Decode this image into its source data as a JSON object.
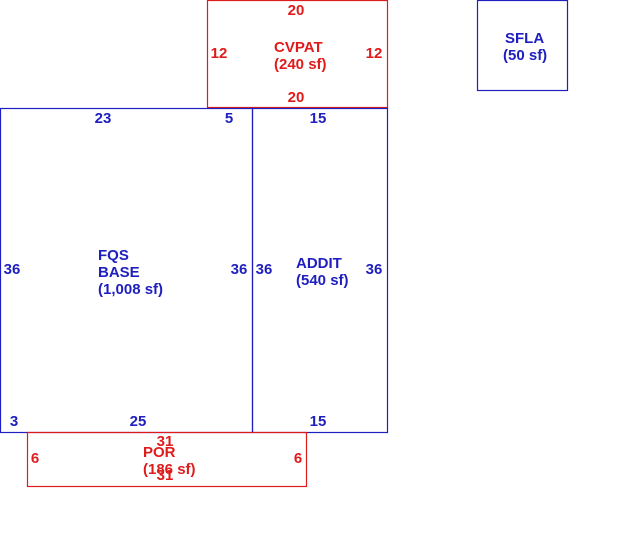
{
  "colors": {
    "blue": "#1f1fbf",
    "red": "#e01b1b",
    "background": "#ffffff"
  },
  "areas": {
    "cvpat": {
      "name": "CVPAT",
      "area": "(240 sf)",
      "color": "red",
      "dims": {
        "top": "20",
        "bottom": "20",
        "left": "12",
        "right": "12"
      }
    },
    "sfla": {
      "name": "SFLA",
      "area": "(50 sf)",
      "color": "blue"
    },
    "base": {
      "name_line1": "FQS",
      "name_line2": "BASE",
      "area": "(1,008 sf)",
      "color": "blue",
      "dims": {
        "top": "23",
        "top_right": "5",
        "left": "36",
        "right": "36",
        "bottom": "25",
        "bottom_left": "3"
      }
    },
    "addit": {
      "name": "ADDIT",
      "area": "(540 sf)",
      "color": "blue",
      "dims": {
        "top": "15",
        "bottom": "15",
        "left": "36",
        "right": "36"
      }
    },
    "por": {
      "name": "POR",
      "area": "(186 sf)",
      "color": "red",
      "dims": {
        "top": "31",
        "bottom": "31",
        "left": "6",
        "right": "6"
      }
    }
  }
}
